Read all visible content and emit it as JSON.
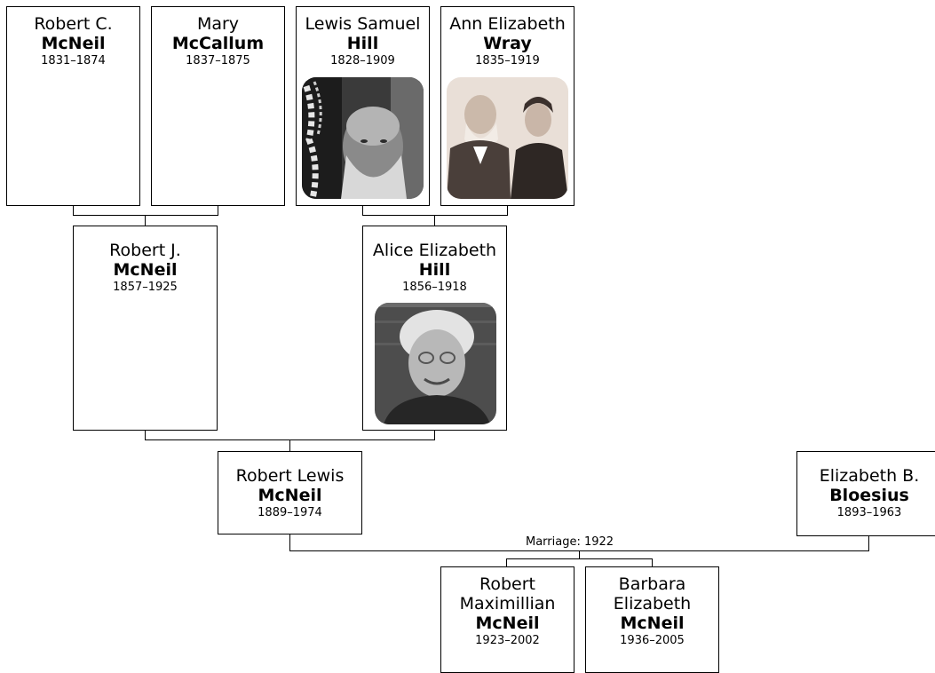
{
  "people": {
    "robert_c": {
      "given": "Robert C.",
      "surname": "McNeil",
      "dates": "1831–1874"
    },
    "mary": {
      "given": "Mary",
      "surname": "McCallum",
      "dates": "1837–1875"
    },
    "lewis_samuel": {
      "given": "Lewis Samuel",
      "surname": "Hill",
      "dates": "1828–1909"
    },
    "ann_elizabeth": {
      "given": "Ann Elizabeth",
      "surname": "Wray",
      "dates": "1835–1919"
    },
    "robert_j": {
      "given": "Robert J.",
      "surname": "McNeil",
      "dates": "1857–1925"
    },
    "alice_elizabeth": {
      "given": "Alice Elizabeth",
      "surname": "Hill",
      "dates": "1856–1918"
    },
    "robert_lewis": {
      "given": "Robert Lewis",
      "surname": "McNeil",
      "dates": "1889–1974"
    },
    "elizabeth_b": {
      "given": "Elizabeth B.",
      "surname": "Bloesius",
      "dates": "1893–1963"
    },
    "robert_maximillian": {
      "given": "Robert Maximillian",
      "surname": "McNeil",
      "dates": "1923–2002"
    },
    "barbara_elizabeth": {
      "given": "Barbara Elizabeth",
      "surname": "McNeil",
      "dates": "1936–2005"
    }
  },
  "marriage_label": "Marriage: 1922"
}
